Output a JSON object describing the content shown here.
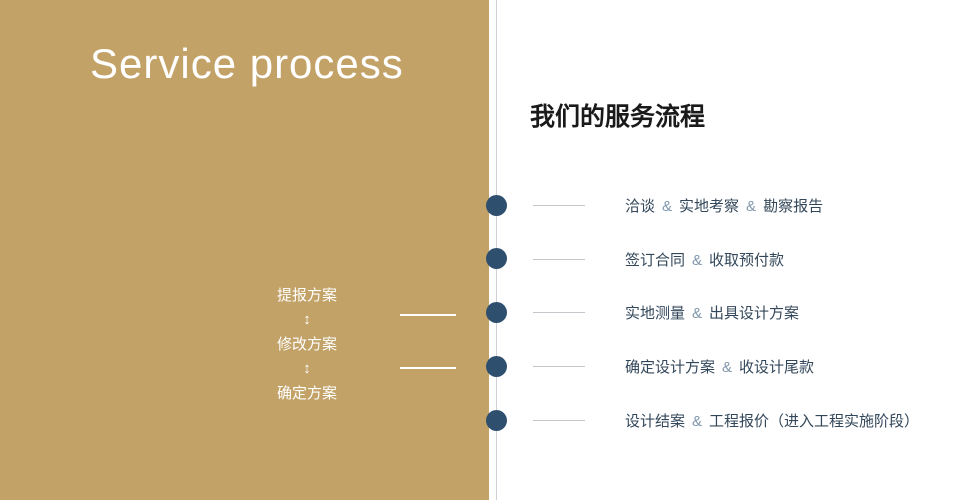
{
  "colors": {
    "tan_panel": "#c2a267",
    "timeline_dot_navy": "#2f4f6f",
    "step_text": "#33475a",
    "amp_accent": "#7f96ab",
    "tick_line_gray": "#c3c7cb",
    "heading_dark": "#1a1a1a",
    "panel_text_white": "#ffffff"
  },
  "left_panel": {
    "heading": "Service process",
    "flow": {
      "steps": [
        "提报方案",
        "修改方案",
        "确定方案"
      ],
      "arrow": "↕"
    }
  },
  "right_panel": {
    "heading": "我们的服务流程",
    "separator": "&",
    "steps": [
      {
        "parts": [
          "洽谈",
          "实地考察",
          "勘察报告"
        ]
      },
      {
        "parts": [
          "签订合同",
          "收取预付款"
        ]
      },
      {
        "parts": [
          "实地测量",
          "出具设计方案"
        ]
      },
      {
        "parts": [
          "确定设计方案",
          "收设计尾款"
        ]
      },
      {
        "parts": [
          "设计结案",
          "工程报价（进入工程实施阶段）"
        ]
      }
    ]
  }
}
